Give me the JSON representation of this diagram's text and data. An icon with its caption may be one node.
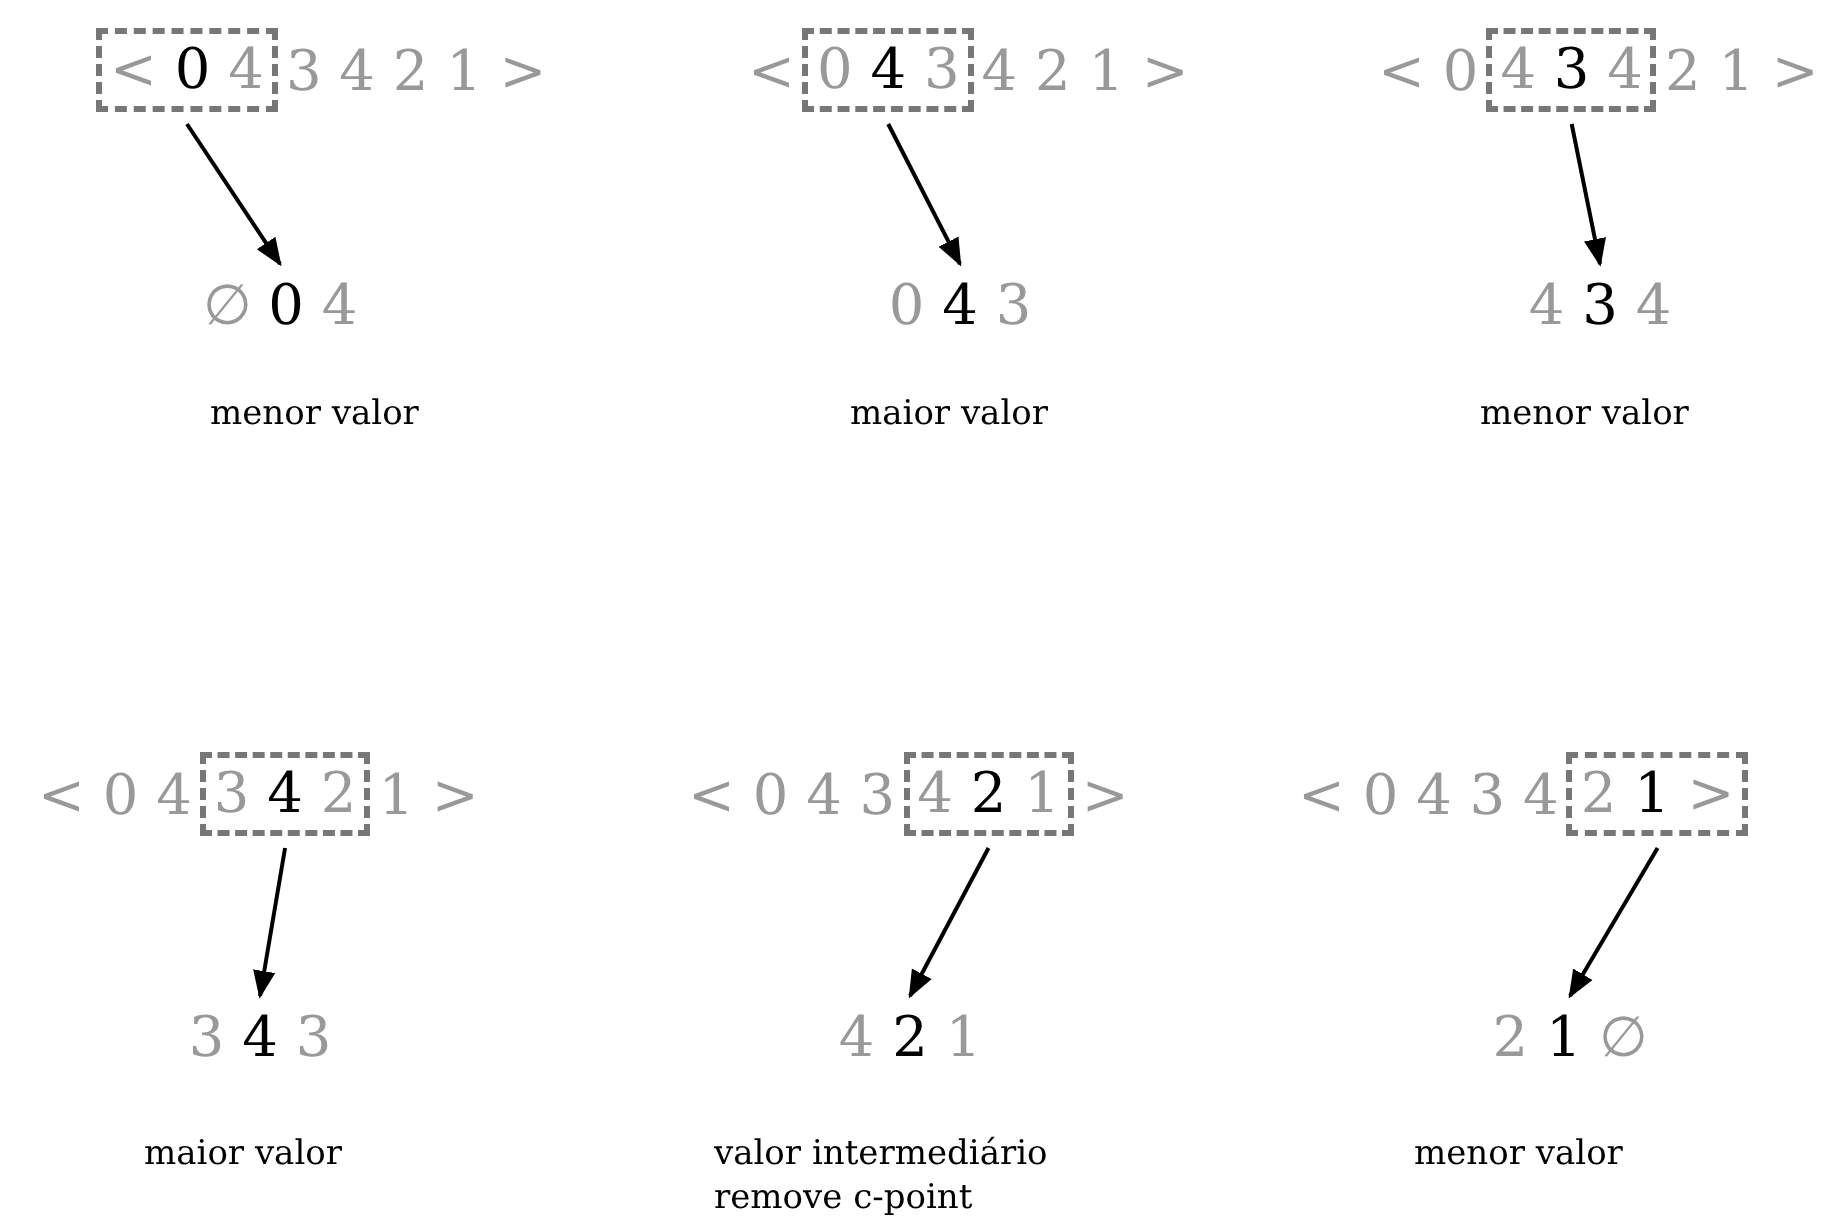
{
  "diagram": {
    "nodes": [
      {
        "text": [
          "< 0 4"
        ]
      },
      {
        "text": [
          "∅ 0 4"
        ],
        "beside": [
          "menor valor"
        ]
      },
      {
        "text": [
          "0 4 3"
        ]
      },
      {
        "text": [
          "0 4 3"
        ],
        "beside": [
          "maior valor"
        ]
      },
      {
        "text": [
          "4 3 4"
        ]
      },
      {
        "text": [
          "4 3 4"
        ],
        "beside": [
          "menor valor"
        ]
      },
      {
        "text": [
          "3 4 2"
        ]
      },
      {
        "text": [
          "3 4 3"
        ],
        "beside": [
          "maior valor"
        ]
      },
      {
        "text": [
          "4 2 1"
        ]
      },
      {
        "text": [
          "4 2 1"
        ],
        "beside": [
          "valor intermediário remove c-point"
        ]
      },
      {
        "text": [
          "2 1 >"
        ]
      },
      {
        "text": [
          "2 1 ∅"
        ],
        "beside": [
          "menor valor"
        ]
      }
    ],
    "edges": [
      {
        "from": 0,
        "to": 1,
        "arrow": "to"
      },
      {
        "from": 2,
        "to": 3,
        "arrow": "to"
      },
      {
        "from": 4,
        "to": 5,
        "arrow": "to"
      },
      {
        "from": 6,
        "to": 7,
        "arrow": "to"
      },
      {
        "from": 8,
        "to": 9,
        "arrow": "to"
      },
      {
        "from": 10,
        "to": 11,
        "arrow": "to"
      }
    ],
    "labels": [
      "3 4 2 1 >",
      "<",
      "4 2 1 >",
      "< 0",
      "2 1 >",
      "< 0 4",
      "1 >",
      "< 0 4 3",
      ">",
      "< 0 4 3 4"
    ]
  }
}
